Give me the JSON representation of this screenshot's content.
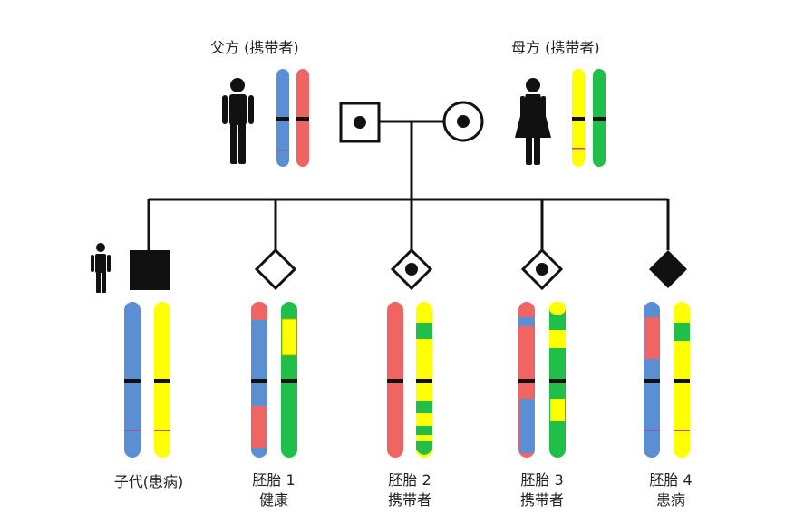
{
  "parents": {
    "father_label": "父方 (携带者)",
    "mother_label": "母方 (携带者)"
  },
  "children": [
    {
      "id": "child",
      "line1": "子代(患病)",
      "line2": "",
      "symbol": "square-filled"
    },
    {
      "id": "embryo1",
      "line1": "胚胎 1",
      "line2": "健康",
      "symbol": "diamond-empty"
    },
    {
      "id": "embryo2",
      "line1": "胚胎 2",
      "line2": "携带者",
      "symbol": "diamond-dot"
    },
    {
      "id": "embryo3",
      "line1": "胚胎 3",
      "line2": "携带者",
      "symbol": "diamond-dot"
    },
    {
      "id": "embryo4",
      "line1": "胚胎 4",
      "line2": "患病",
      "symbol": "diamond-filled"
    }
  ],
  "colors": {
    "paternal_a": "#5b8fd4",
    "paternal_b": "#f06464",
    "maternal_a": "#ffff00",
    "maternal_b": "#1fbf4a",
    "line": "#111111"
  }
}
